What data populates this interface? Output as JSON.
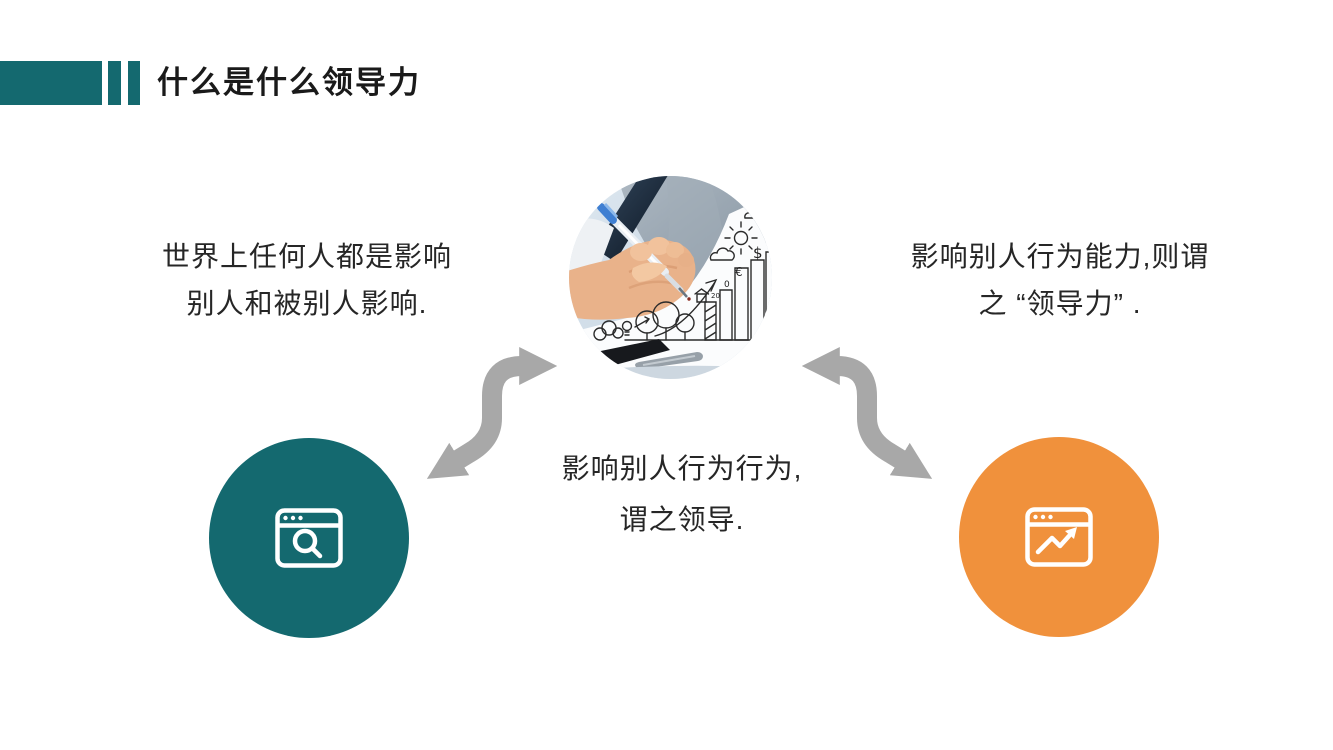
{
  "title": {
    "text": "什么是什么领导力"
  },
  "blocks": {
    "left": {
      "lines": [
        "世界上任何人都是影响",
        "别人和被别人影响."
      ]
    },
    "center": {
      "lines": [
        "影响别人行为行为,",
        "谓之领导."
      ]
    },
    "right": {
      "lines": [
        "影响别人行为能力,则谓",
        "之 “领导力” ."
      ]
    }
  },
  "icons": {
    "left_badge": "browser-search-icon",
    "right_badge": "browser-trend-up-icon",
    "center_image": "hand-writing-with-doodles-photo",
    "connectors": [
      "s-curve-double-arrow-left",
      "s-curve-double-arrow-right"
    ]
  },
  "colors": {
    "accent_teal": "#14696F",
    "accent_orange": "#F0913C",
    "arrow_gray": "#A8A8A8",
    "title_color": "#1A1A1A",
    "body_color": "#262626"
  }
}
